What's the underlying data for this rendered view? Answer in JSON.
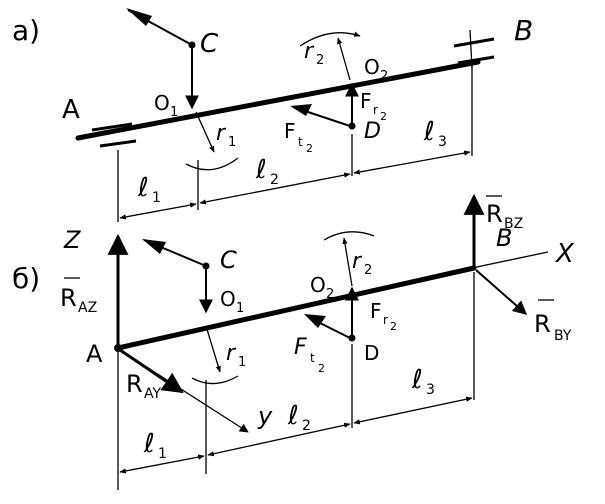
{
  "labels": {
    "panel_a": "а)",
    "panel_b": "б)",
    "A": "A",
    "B": "B",
    "C": "C",
    "O1": "O",
    "O1_sub": "1",
    "O2": "O",
    "O2_sub": "2",
    "D": "D",
    "r1": "r",
    "r1_sub": "1",
    "r2": "r",
    "r2_sub": "2",
    "Fr": "F",
    "Fr_sub": "r",
    "Fr_sub2": "2",
    "Ft": "F",
    "Ft_sub": "t",
    "Ft_sub2": "2",
    "l": "ℓ",
    "l1_sub": "1",
    "l2_sub": "2",
    "l3_sub": "3",
    "RBz": "R",
    "RBz_sub": "BZ",
    "RAz": "R",
    "RAz_sub": "AZ",
    "RAy": "R",
    "RAy_sub": "AY",
    "RBy": "R",
    "RBy_sub": "BY",
    "Z": "Z",
    "X": "X",
    "Y": "y"
  }
}
